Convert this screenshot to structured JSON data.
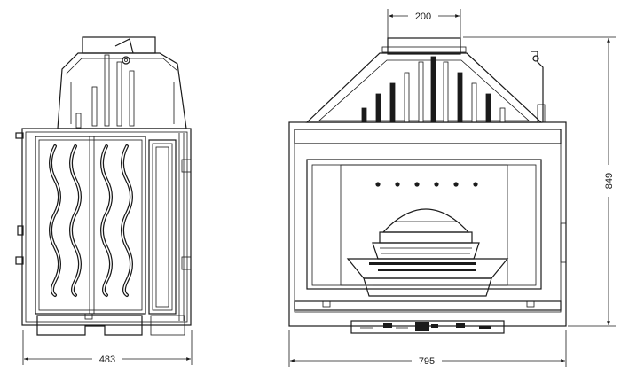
{
  "dimensions": {
    "side_width": "483",
    "front_width": "795",
    "flue_width": "200",
    "height": "849"
  },
  "colors": {
    "line": "#1a1a1a",
    "fill_light": "#f4f4f4",
    "fill_mid": "#d9d9d9",
    "fill_dark": "#2a2a2a"
  }
}
